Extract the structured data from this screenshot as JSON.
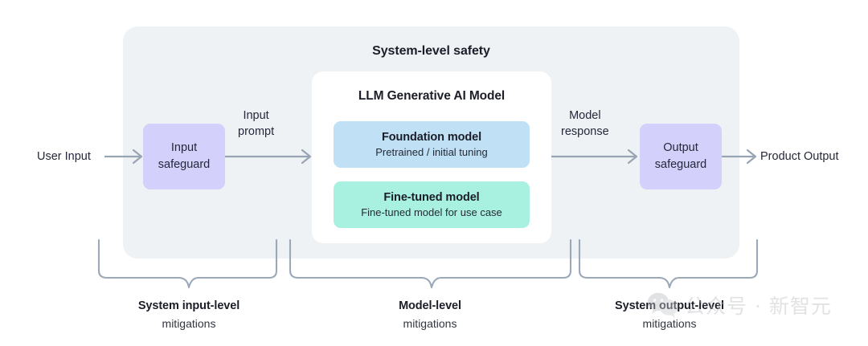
{
  "diagram": {
    "title": "System-level safety",
    "endpoints": {
      "input_label": "User Input",
      "output_label": "Product Output"
    },
    "edges": {
      "input_prompt_line1": "Input",
      "input_prompt_line2": "prompt",
      "model_response_line1": "Model",
      "model_response_line2": "response"
    },
    "safeguards": {
      "input_line1": "Input",
      "input_line2": "safeguard",
      "output_line1": "Output",
      "output_line2": "safeguard"
    },
    "model_card": {
      "title": "LLM Generative AI Model",
      "boxes": [
        {
          "title": "Foundation model",
          "subtitle": "Pretrained / initial tuning",
          "color": "#bfe0f5"
        },
        {
          "title": "Fine-tuned model",
          "subtitle": "Fine-tuned model for use case",
          "color": "#a8f0e0"
        }
      ]
    },
    "mitigations": [
      {
        "title": "System input-level",
        "subtitle": "mitigations"
      },
      {
        "title": "Model-level",
        "subtitle": "mitigations"
      },
      {
        "title": "System output-level",
        "subtitle": "mitigations"
      }
    ],
    "colors": {
      "panel_background": "#eef2f5",
      "card_background": "#ffffff",
      "safeguard": "#d3d0fb",
      "line": "#98a4b3",
      "text": "#1b1e28"
    }
  },
  "watermark": {
    "text": "公众号 · 新智元",
    "icon": "wechat-logo"
  }
}
